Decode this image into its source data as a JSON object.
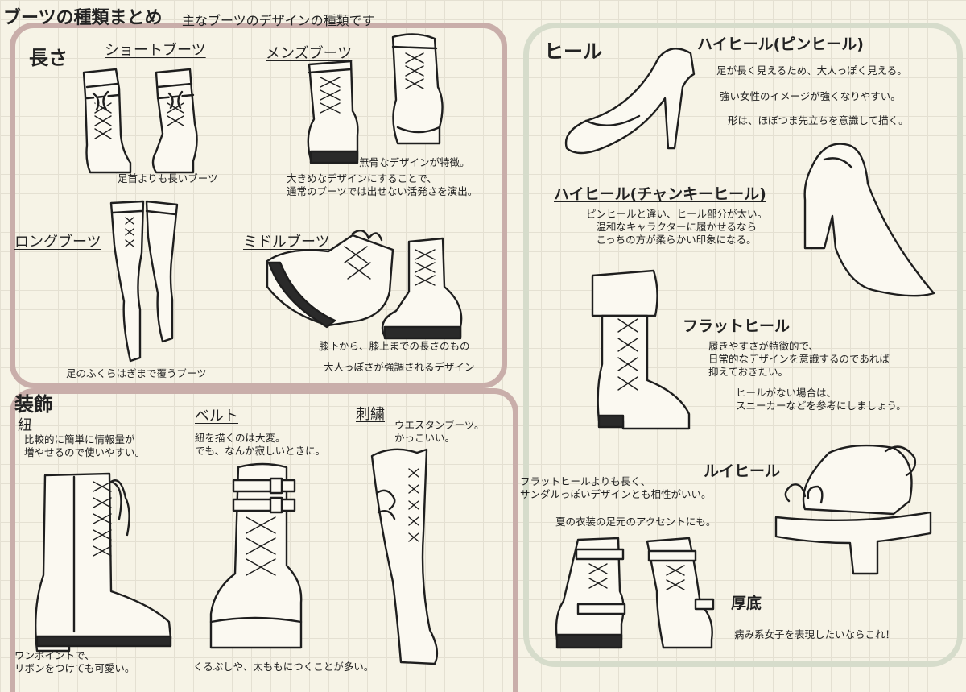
{
  "title": "ブーツの種類まとめ",
  "lead": "主なブーツのデザインの種類です",
  "length": {
    "heading": "長さ",
    "short": {
      "label": "ショートブーツ",
      "note": "足首よりも長いブーツ"
    },
    "mens": {
      "label": "メンズブーツ",
      "note1": "無骨なデザインが特徴。",
      "note2": "大きめなデザインにすることで、\n通常のブーツでは出せない活発さを演出。"
    },
    "long": {
      "label": "ロングブーツ",
      "note": "足のふくらはぎまで覆うブーツ"
    },
    "middle": {
      "label": "ミドルブーツ",
      "note1": "膝下から、膝上までの長さのもの",
      "note2": "大人っぽさが強調されるデザイン"
    }
  },
  "deco": {
    "heading": "装飾",
    "himo": {
      "label": "紐",
      "note1": "比較的に簡単に情報量が\n増やせるので使いやすい。",
      "note2": "ワンポイントで、\nリボンをつけても可愛い。"
    },
    "belt": {
      "label": "ベルト",
      "note1": "紐を描くのは大変。\nでも、なんか寂しいときに。",
      "note2": "くるぶしや、太ももにつくことが多い。"
    },
    "shishu": {
      "label": "刺繍",
      "note": "ウエスタンブーツ。\nかっこいい。"
    }
  },
  "heel": {
    "heading": "ヒール",
    "pin": {
      "label": "ハイヒール(ピンヒール)",
      "note1": "足が長く見えるため、大人っぽく見える。",
      "note2": "強い女性のイメージが強くなりやすい。",
      "note3": "形は、ほぼつま先立ちを意識して描く。"
    },
    "chunky": {
      "label": "ハイヒール(チャンキーヒール)",
      "note": "ピンヒールと違い、ヒール部分が太い。\n　温和なキャラクターに履かせるなら\n　こっちの方が柔らかい印象になる。"
    },
    "flat": {
      "label": "フラットヒール",
      "note1": "履きやすさが特徴的で、\n日常的なデザインを意識するのであれば\n抑えておきたい。",
      "note2": "ヒールがない場合は、\nスニーカーなどを参考にしましょう。"
    },
    "louis": {
      "label": "ルイヒール",
      "note1": "フラットヒールよりも長く、\nサンダルっぽいデザインとも相性がいい。",
      "note2": "夏の衣装の足元のアクセントにも。"
    },
    "atsuzoko": {
      "label": "厚底",
      "note": "病み系女子を表現したいならこれ！"
    }
  },
  "colors": {
    "frame_pink": "#c9aeaa",
    "frame_green": "#d6dccb",
    "paper": "#f6f3e6"
  }
}
